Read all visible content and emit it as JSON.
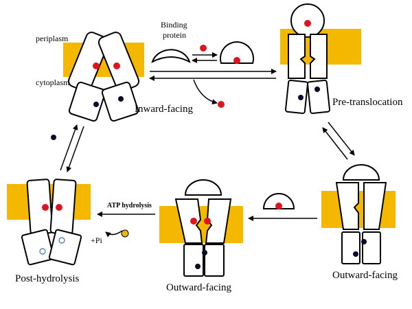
{
  "labels": {
    "periplasm": "periplasm",
    "cytoplasm": "cytoplasm",
    "binding_protein_line1": "Binding",
    "binding_protein_line2": "protein",
    "inward_facing": "Inward-facing",
    "pre_translocation": "Pre-translocation",
    "outward_facing_right": "Outward-facing",
    "outward_facing_center": "Outward-facing",
    "post_hydrolysis": "Post-hydrolysis",
    "atp_hydrolysis": "ATP hydrolysis",
    "pi": "+Pi"
  },
  "colors": {
    "membrane": "#f5b800",
    "substrate": "#e0141e",
    "ion": "#0a0a2a",
    "atp": "#f5b800",
    "outline": "#000000",
    "hollow_ion": "#3a6fb0"
  }
}
